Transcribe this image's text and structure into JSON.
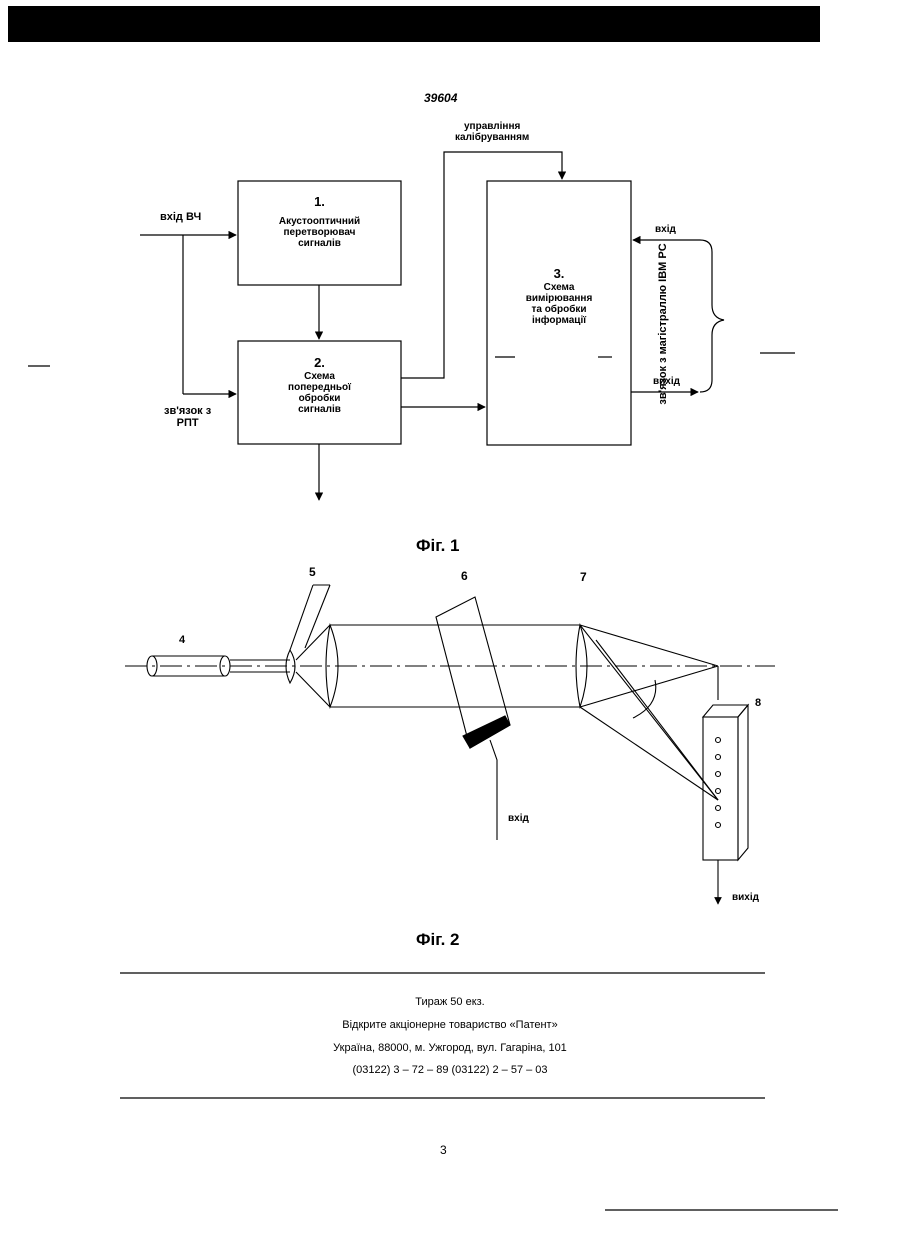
{
  "header": {
    "patent_number": "39604"
  },
  "fig1": {
    "block1": {
      "number": "1.",
      "label": [
        "Акустооптичний",
        "перетворювач",
        "сигналів"
      ]
    },
    "block2": {
      "number": "2.",
      "label": [
        "Схема",
        "попередньої",
        "обробки",
        "сигналів"
      ]
    },
    "block3": {
      "number": "3.",
      "label": [
        "Схема",
        "вимірювання",
        "та обробки",
        "інформації"
      ]
    },
    "input_hf": "вхід ВЧ",
    "rpt_link": [
      "зв'язок з",
      "РПТ"
    ],
    "calibration": [
      "управління",
      "калібруванням"
    ],
    "input": "вхід",
    "output": "вихід",
    "ibm_link": "зв'язок з магістраллю IBM PC",
    "caption": "Фіг. 1"
  },
  "fig2": {
    "labels": {
      "l4": "4",
      "l5": "5",
      "l6": "6",
      "l7": "7",
      "l8": "8"
    },
    "input": "вхід",
    "output": "вихід",
    "caption": "Фіг. 2"
  },
  "footer": {
    "lines": [
      "Тираж 50 екз.",
      "Відкрите акціонерне товариство «Патент»",
      "Україна, 88000, м. Ужгород, вул. Гагаріна, 101",
      "(03122) 3 – 72 – 89   (03122) 2 – 57 – 03"
    ],
    "page_number": "3"
  }
}
